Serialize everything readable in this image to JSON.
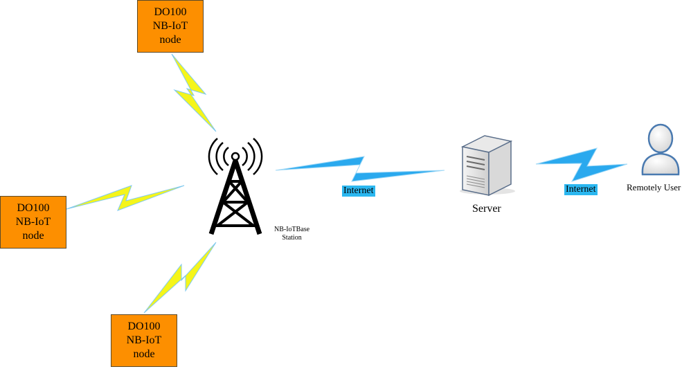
{
  "nodes": [
    {
      "line1": "DO100",
      "line2": "NB-IoT",
      "line3": "node"
    },
    {
      "line1": "DO100",
      "line2": "NB-IoT",
      "line3": "node"
    },
    {
      "line1": "DO100",
      "line2": "NB-IoT",
      "line3": "node"
    }
  ],
  "base_station": {
    "line1": "NB-IoTBase",
    "line2": "Station"
  },
  "links": {
    "internet_1": "Internet",
    "internet_2": "Internet"
  },
  "server": {
    "label": "Server"
  },
  "user": {
    "label": "Remotely User"
  },
  "colors": {
    "node_fill": "#fd8f00",
    "wireless_bolt": "#f5f51a",
    "internet_bolt": "#2aa9ee",
    "internet_label_bg": "#2bb7f0"
  },
  "icons": [
    "tower-icon",
    "server-icon",
    "user-icon",
    "lightning-bolt-icon"
  ]
}
